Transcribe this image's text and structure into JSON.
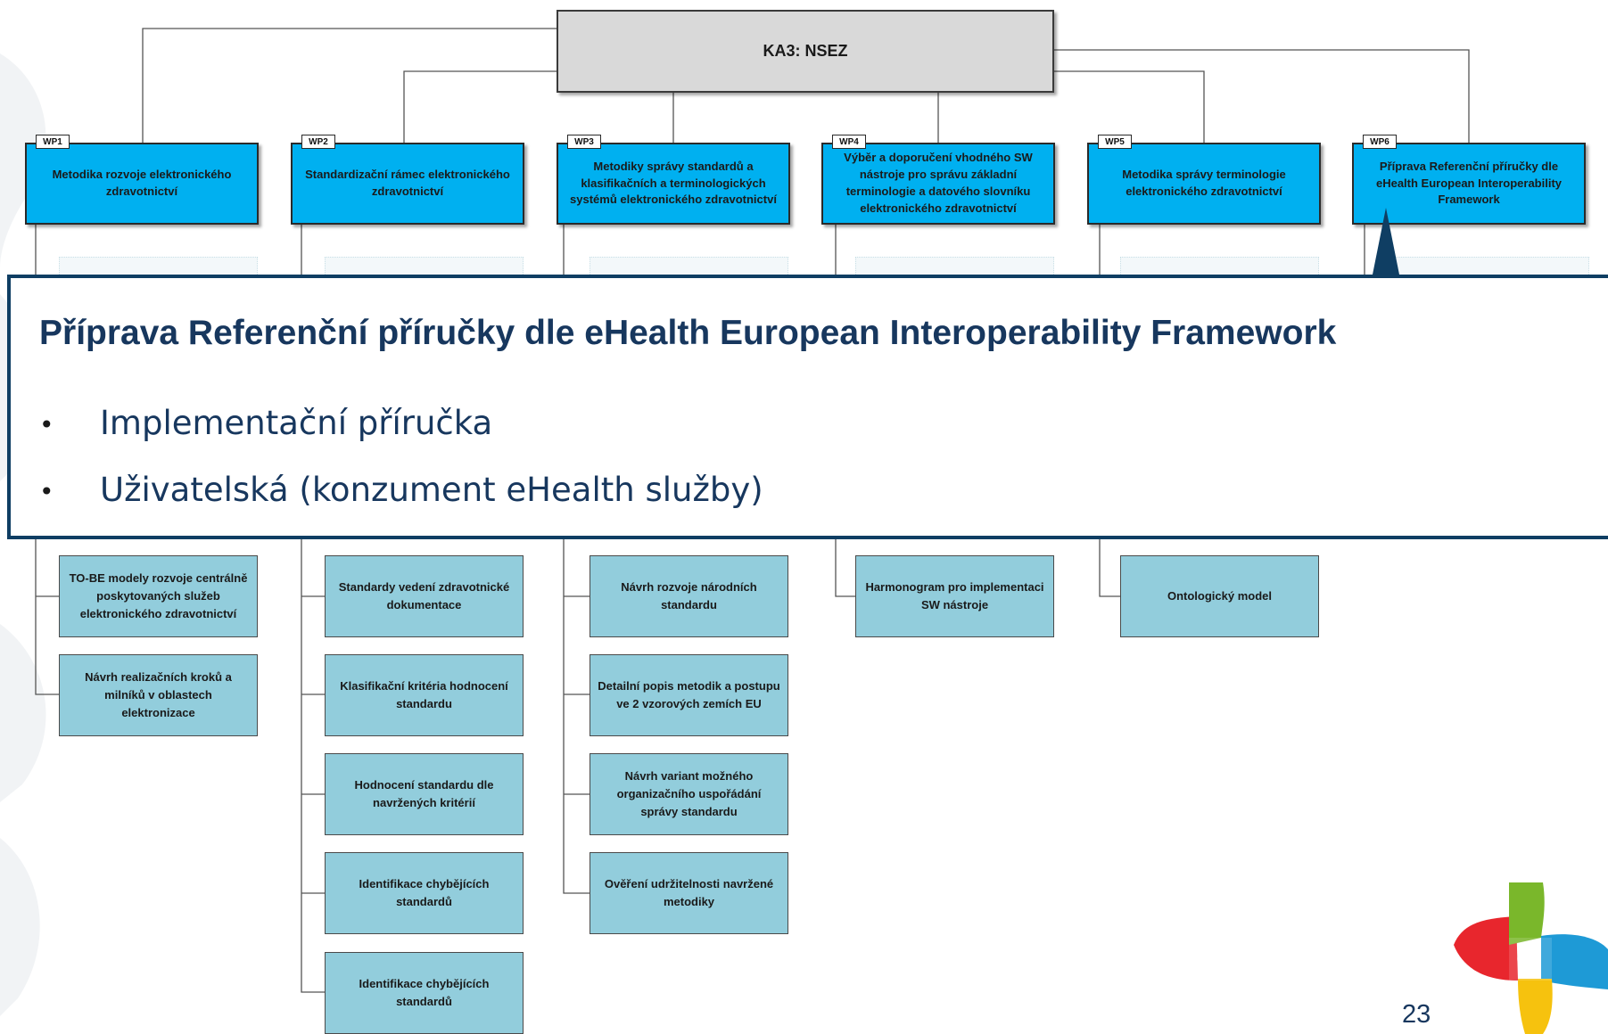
{
  "root": {
    "label": "KA3: NSEZ"
  },
  "work_packages": [
    {
      "tag": "WP1",
      "title": "Metodika rozvoje elektronického zdravotnictví",
      "children": [
        "TO-BE modely rozvoje centrálně poskytovaných služeb elektronického zdravotnictví",
        "Návrh realizačních kroků a milníků v oblastech elektronizace"
      ]
    },
    {
      "tag": "WP2",
      "title": "Standardizační rámec elektronického zdravotnictví",
      "children": [
        "Standardy vedení zdravotnické dokumentace",
        "Klasifikační kritéria hodnocení standardu",
        "Hodnocení standardu dle navržených kritérií",
        "Identifikace chybějících standardů",
        "Identifikace chybějících standardů"
      ]
    },
    {
      "tag": "WP3",
      "title": "Metodiky správy standardů a klasifikačních a terminologických systémů elektronického zdravotnictví",
      "children": [
        "Návrh rozvoje národních standardu",
        "Detailní popis metodik a postupu ve 2 vzorových zemích EU",
        "Návrh variant možného organizačního uspořádání správy standardu",
        "Ověření udržitelnosti navržené metodiky"
      ]
    },
    {
      "tag": "WP4",
      "title": "Výběr a doporučení vhodného SW nástroje pro správu základní terminologie a datového slovníku elektronického zdravotnictví",
      "children": [
        "Harmonogram pro implementaci SW nástroje"
      ]
    },
    {
      "tag": "WP5",
      "title": "Metodika správy terminologie elektronického zdravotnictví",
      "children": [
        "Ontologický model"
      ]
    },
    {
      "tag": "WP6",
      "title": "Příprava Referenční příručky dle eHealth European Interoperability Framework",
      "children": []
    }
  ],
  "callout": {
    "title": "Příprava Referenční příručky dle eHealth European Interoperability Framework",
    "bullet_symbol": "•",
    "bullets": [
      "Implementační příručka",
      "Uživatelská (konzument eHealth služby)"
    ]
  },
  "page_number": "23",
  "colors": {
    "root_fill": "#d9d9d9",
    "wp_fill": "#00b0f0",
    "child_fill": "#92cddc",
    "callout_border": "#0f3e63",
    "callout_text": "#17375e",
    "logo_red": "#e8262d",
    "logo_green": "#7ab72b",
    "logo_yellow": "#f6c20e",
    "logo_blue": "#1e9ad6"
  }
}
